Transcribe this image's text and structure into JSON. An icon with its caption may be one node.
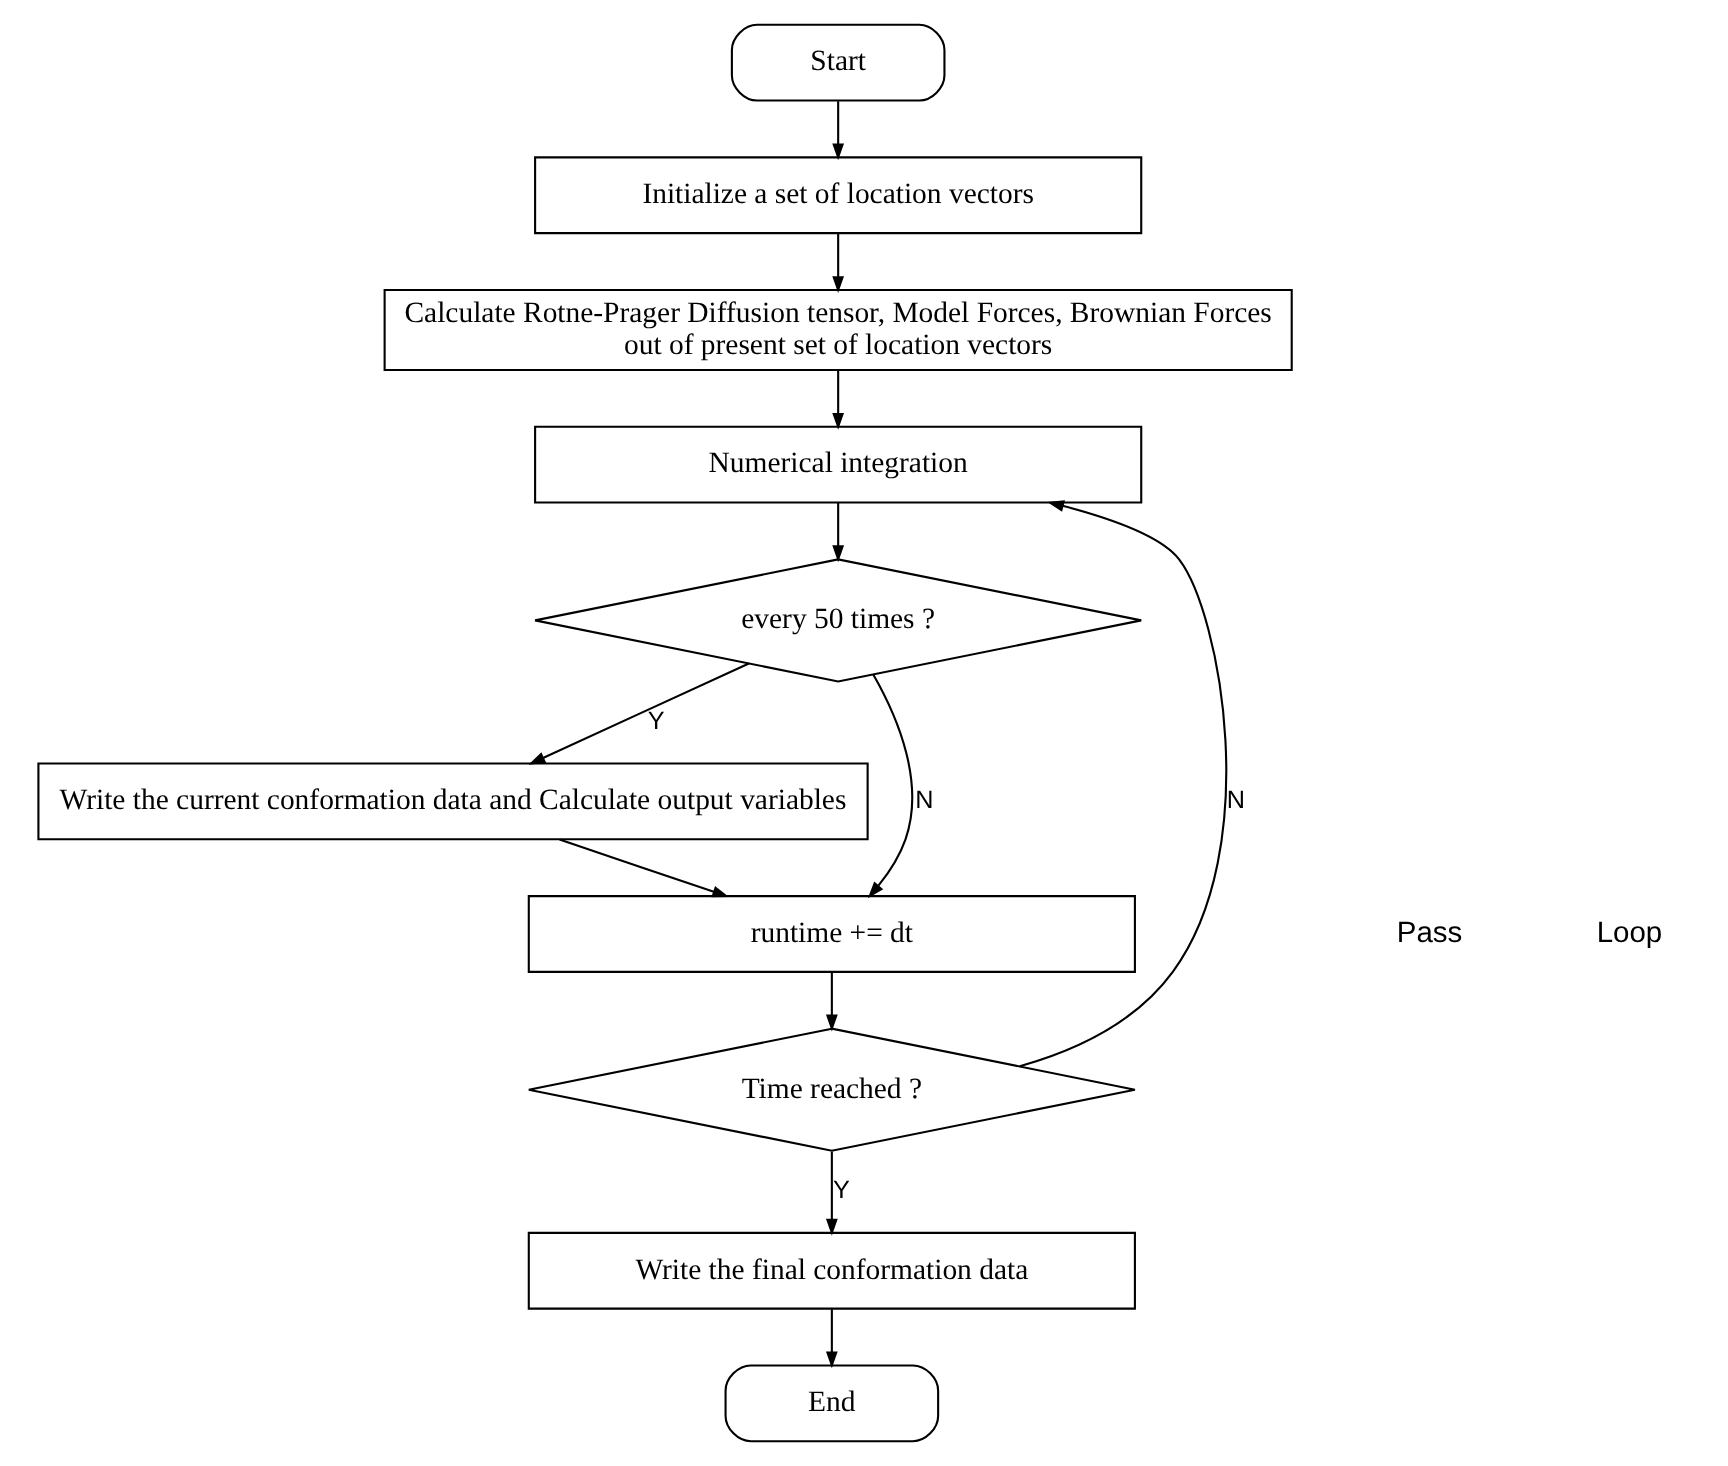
{
  "diagram": {
    "nodes": [
      {
        "text": [
          "Start"
        ]
      },
      {
        "text": [
          "Initialize a set of location vectors"
        ]
      },
      {
        "text": [
          "Calculate Rotne-Prager Diffusion tensor, Model Forces, Brownian Forces",
          "out of present set of location vectors"
        ]
      },
      {
        "text": [
          "Numerical integration"
        ]
      },
      {
        "text": [
          "every 50 times ?"
        ]
      },
      {
        "text": [
          "Write the current conformation data and Calculate output variables"
        ]
      },
      {
        "text": [
          "runtime += dt"
        ]
      },
      {
        "text": [
          "Time reached ?"
        ]
      },
      {
        "text": [
          "Write the final conformation data"
        ]
      },
      {
        "text": [
          "End"
        ]
      }
    ],
    "edges": [
      {
        "from": 0,
        "to": 1,
        "arrow": "to"
      },
      {
        "from": 1,
        "to": 2,
        "arrow": "to"
      },
      {
        "from": 2,
        "to": 3,
        "arrow": "to"
      },
      {
        "from": 3,
        "to": 4,
        "arrow": "to"
      },
      {
        "from": 4,
        "to": 5,
        "arrow": "to",
        "label": "Y"
      },
      {
        "from": 4,
        "to": 6,
        "arrow": "to",
        "label": "N"
      },
      {
        "from": 5,
        "to": 6,
        "arrow": "to"
      },
      {
        "from": 6,
        "to": 7,
        "arrow": "to"
      },
      {
        "from": 7,
        "to": 8,
        "arrow": "to",
        "label": "Y"
      },
      {
        "from": 7,
        "to": 3,
        "arrow": "to",
        "label": "N"
      },
      {
        "from": 8,
        "to": 9,
        "arrow": "to"
      }
    ],
    "labels": [
      "Pass",
      "Loop"
    ]
  }
}
